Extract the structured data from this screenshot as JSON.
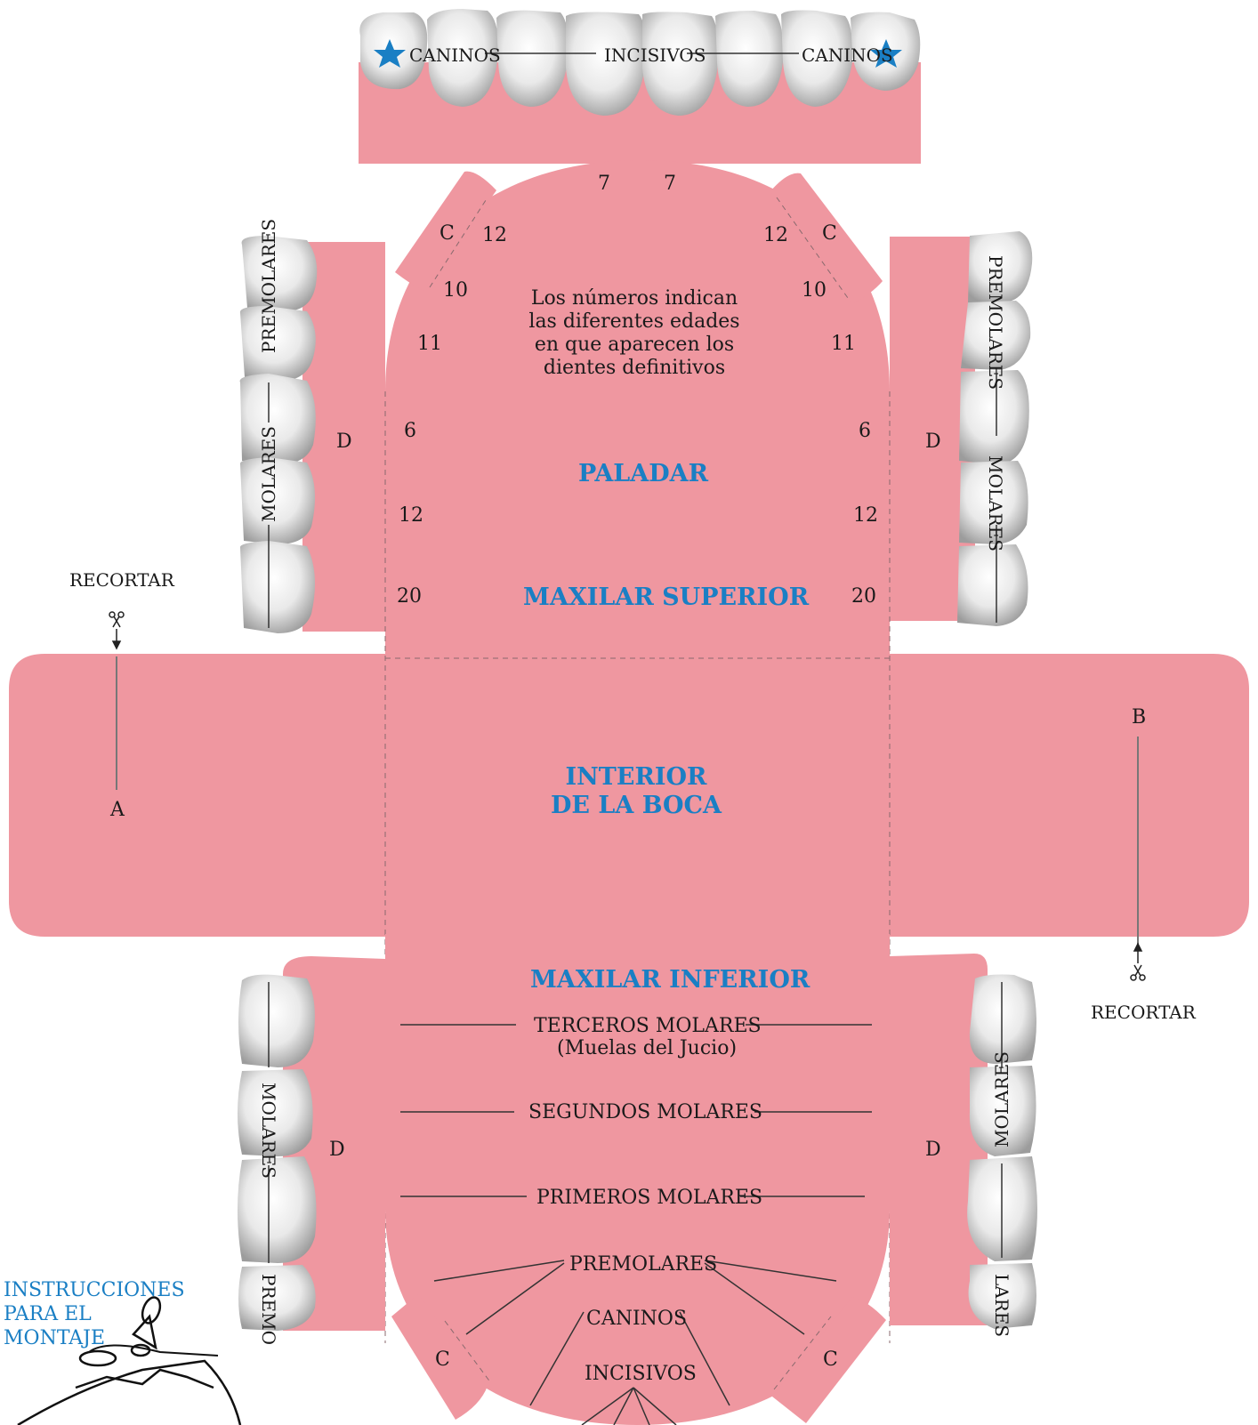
{
  "top_band": {
    "canine_left": "CANINOS",
    "incisors": "INCISIVOS",
    "canine_right": "CANINOS"
  },
  "palate": {
    "title": "PALADAR",
    "upper_jaw": "MAXILAR SUPERIOR",
    "note": [
      "Los números indican",
      "las diferentes edades",
      "en que aparecen los",
      "dientes definitivos"
    ],
    "numbers": {
      "n7a": "7",
      "n7b": "7",
      "n12a": "12",
      "n12b": "12",
      "n10a": "10",
      "n10b": "10",
      "n11a": "11",
      "n11b": "11",
      "n6a": "6",
      "n6b": "6",
      "n12c": "12",
      "n12d": "12",
      "n20a": "20",
      "n20b": "20"
    }
  },
  "tabs": {
    "c": "C",
    "d": "D",
    "a": "A",
    "b": "B"
  },
  "side_labels": {
    "premolares": "PREMOLARES",
    "molares": "MOLARES",
    "premo": "PREMO",
    "lares": "LARES"
  },
  "cut": {
    "left": "RECORTAR",
    "right": "RECORTAR"
  },
  "mouth": {
    "line1": "INTERIOR",
    "line2": "DE LA BOCA"
  },
  "lower": {
    "title": "MAXILAR INFERIOR",
    "third_molars": "TERCEROS MOLARES",
    "third_note": "(Muelas del Jucio)",
    "second_molars": "SEGUNDOS MOLARES",
    "first_molars": "PRIMEROS MOLARES",
    "premolars": "PREMOLARES",
    "canines": "CANINOS",
    "incisors": "INCISIVOS"
  },
  "instructions": [
    "INSTRUCCIONES",
    "PARA EL",
    "MONTAJE"
  ],
  "colors": {
    "gum": "#ef97a0",
    "accent": "#1a7fc4",
    "tooth": "#e6e6e6"
  },
  "icons": [
    "star-icon",
    "scissors-icon"
  ]
}
